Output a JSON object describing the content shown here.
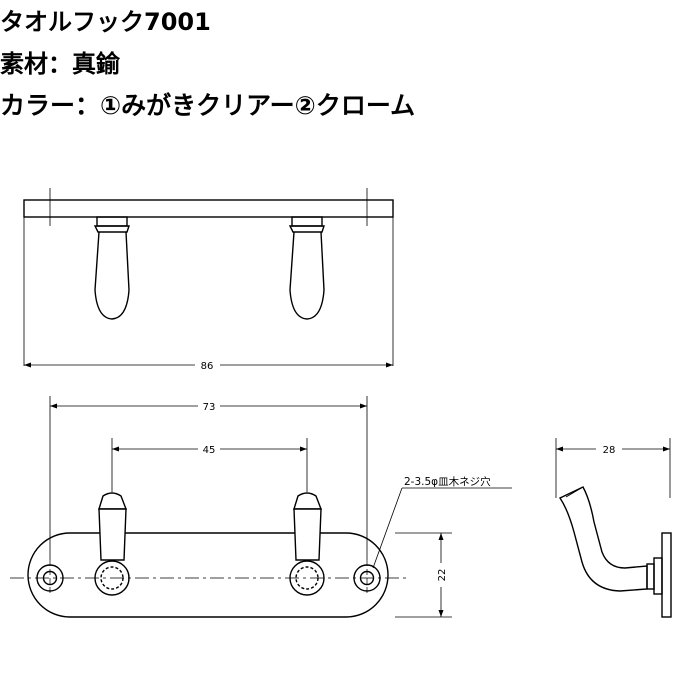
{
  "header": {
    "product": "タオルフック7001",
    "material": "素材：真鍮",
    "color": "カラー：①みがきクリアー②クローム"
  },
  "dimensions": {
    "overall_width": "86",
    "hole_pitch": "73",
    "hook_pitch": "45",
    "plate_height": "22",
    "depth": "28",
    "screw_note": "2-3.5φ皿木ネジ穴"
  }
}
